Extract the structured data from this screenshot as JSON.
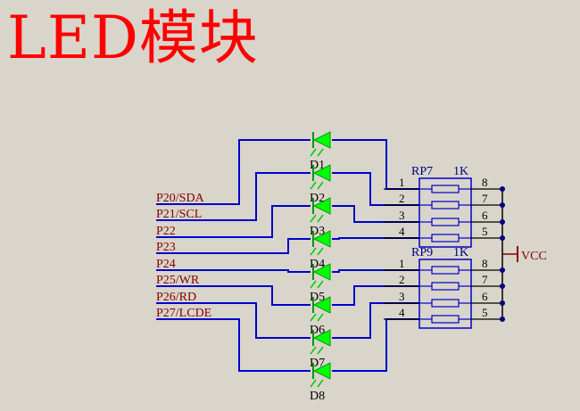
{
  "title": "LED模块",
  "nets": [
    "P20/SDA",
    "P21/SCL",
    "P22",
    "P23",
    "P24",
    "P25/WR",
    "P26/RD",
    "P27/LCDE"
  ],
  "leds": [
    "D1",
    "D2",
    "D3",
    "D4",
    "D5",
    "D6",
    "D7",
    "D8"
  ],
  "rp7": {
    "ref": "RP7",
    "value": "1K",
    "left_pins": [
      "1",
      "2",
      "3",
      "4"
    ],
    "right_pins": [
      "8",
      "7",
      "6",
      "5"
    ]
  },
  "rp9": {
    "ref": "RP9",
    "value": "1K",
    "left_pins": [
      "1",
      "2",
      "3",
      "4"
    ],
    "right_pins": [
      "8",
      "7",
      "6",
      "5"
    ]
  },
  "power": "VCC",
  "colors": {
    "title": "#ff0000",
    "wire": "#0000cc",
    "led_fill": "#00ff00",
    "net_label": "#800000",
    "background": "#d9d5cb"
  }
}
